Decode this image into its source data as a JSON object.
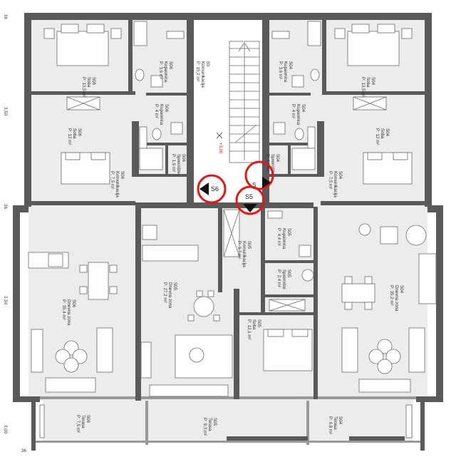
{
  "colors": {
    "room_fill": "#ececec",
    "wall": "#5a5a5a",
    "highlight": "#e01818"
  },
  "level_marker": "+3,00",
  "section_markers": {
    "s6": "S6",
    "s5": "S5",
    "s4_partial": "S"
  },
  "side_marks": [
    "36",
    "3,50",
    "3,50",
    "36",
    "3,00",
    "36"
  ],
  "rooms": {
    "r06_master": {
      "unit": "S06",
      "name": "Soba",
      "area": "P: 13,5 m²"
    },
    "r06_kup1": {
      "unit": "S06",
      "name": "Kupaonica",
      "area": "P: 3,6 m²"
    },
    "r06_kup2": {
      "unit": "S06",
      "name": "Kupaonica",
      "area": "P: 4 m²"
    },
    "r06_sprem": {
      "unit": "S06",
      "name": "Spremište",
      "area": "P: 1,9 m²"
    },
    "r06_soba2": {
      "unit": "S06",
      "name": "Soba",
      "area": "P: 12 m²"
    },
    "r06_kom": {
      "unit": "S06",
      "name": "Komunikacija",
      "area": "P: 7,5 m²"
    },
    "r06_dnevna": {
      "unit": "S06",
      "name": "Dnevna zona",
      "area": "P: 35,4 m²"
    },
    "r06_terasa": {
      "unit": "S06",
      "name": "Terasa",
      "area": "P: 7,5 m²"
    },
    "r00_kom": {
      "unit": "00",
      "name": "Komunikacija",
      "area": "P: 15,2 m²"
    },
    "r04_master": {
      "unit": "S04",
      "name": "Soba",
      "area": "P: 13,5 m²"
    },
    "r04_kup1": {
      "unit": "S04",
      "name": "Kupaonica",
      "area": "P: 3,6 m²"
    },
    "r04_kup2": {
      "unit": "S04",
      "name": "Kupaonica",
      "area": "P: 4 m²"
    },
    "r04_sprem": {
      "unit": "S04",
      "name": "Spremište",
      "area": "P: 1,9 m²"
    },
    "r04_soba2": {
      "unit": "S04",
      "name": "Soba",
      "area": "P: 12 m²"
    },
    "r04_kom": {
      "unit": "S04",
      "name": "Komunikacija",
      "area": "P: 7,5 m²"
    },
    "r04_dnevna": {
      "unit": "S04",
      "name": "Dnevna zona",
      "area": "P: 35,2 m²"
    },
    "r04_terasa": {
      "unit": "S04",
      "name": "Terasa",
      "area": "P: 6,8 m²"
    },
    "r05_dnevna": {
      "unit": "S05",
      "name": "Dnevna zona",
      "area": "P: 27,2 m²"
    },
    "r05_kom": {
      "unit": "S05",
      "name": "Komunikacija",
      "area": "P: 3,7 m²"
    },
    "r05_kup": {
      "unit": "S05",
      "name": "Kupaonica",
      "area": "P: 4,4 m²"
    },
    "r05_sprem": {
      "unit": "S05",
      "name": "Spremište",
      "area": "P: 2,4 m²"
    },
    "r05_soba": {
      "unit": "S05",
      "name": "Soba",
      "area": "P: 12,1 m²"
    },
    "r05_terasa": {
      "unit": "S05",
      "name": "Terasa",
      "area": "P: 9,3 m²"
    }
  }
}
